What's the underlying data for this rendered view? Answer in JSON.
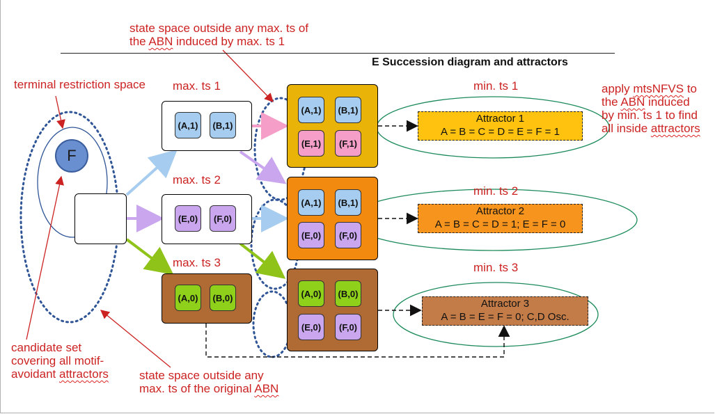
{
  "colors": {
    "annotation": "#cc2222",
    "blue_pill": "#a6ccef",
    "pink_pill": "#f59fc8",
    "purple_pill": "#c9a6ee",
    "green_pill": "#8fd11a",
    "yellow_box": "#eab308",
    "orange_box": "#f28a10",
    "brown_box": "#b06a34",
    "attractor1": "#ffc20e",
    "attractor2": "#f7941d",
    "attractor3": "#c37c48",
    "ellipse_green": "#1b8a5a",
    "dotted_blue": "#2f5597"
  },
  "heading": "E Succession diagram and attractors",
  "annotations": {
    "top_line1": "state space outside any max. ts of",
    "top_line2_pre": "the ",
    "top_line2_abn": "ABN",
    "top_line2_post": " induced by max. ts 1",
    "terminal": "terminal restriction space",
    "candidate_line1": "candidate set",
    "candidate_line2": "covering all motif-",
    "candidate_line3_pre": "avoidant ",
    "candidate_line3_attr": "attractors",
    "bottom_line1": "state space outside any",
    "bottom_line2_pre": "max. ts of the original ",
    "bottom_line2_abn": "ABN",
    "right_line1_pre": "apply ",
    "right_line1_mts": "mtsNFVS",
    "right_line1_post": " to",
    "right_line2_pre": "the ",
    "right_line2_abn": "ABN",
    "right_line2_post": " induced",
    "right_line3": "by min. ts 1 to find",
    "right_line4_pre": "all inside ",
    "right_line4_attr": "attractors"
  },
  "labels": {
    "max1": "max. ts 1",
    "max2": "max. ts 2",
    "max3": "max. ts 3",
    "min1": "min. ts 1",
    "min2": "min. ts 2",
    "min3": "min. ts 3"
  },
  "node_F": "F",
  "max_ts": [
    {
      "a": "(A,1)",
      "b": "(B,1)"
    },
    {
      "a": "(E,0)",
      "b": "(F,0)"
    },
    {
      "a": "(A,0)",
      "b": "(B,0)"
    }
  ],
  "min_ts": [
    {
      "tl": "(A,1)",
      "tr": "(B,1)",
      "bl": "(E,1)",
      "br": "(F,1)"
    },
    {
      "tl": "(A,1)",
      "tr": "(B,1)",
      "bl": "(E,0)",
      "br": "(F,0)"
    },
    {
      "tl": "(A,0)",
      "tr": "(B,0)",
      "bl": "(E,0)",
      "br": "(F,0)"
    }
  ],
  "attractors": [
    {
      "title": "Attractor 1",
      "formula": "A = B = C = D = E = F = 1"
    },
    {
      "title": "Attractor 2",
      "formula": "A = B = C = D = 1; E = F = 0"
    },
    {
      "title": "Attractor 3",
      "formula": "A = B = E = F = 0; C,D Osc."
    }
  ]
}
